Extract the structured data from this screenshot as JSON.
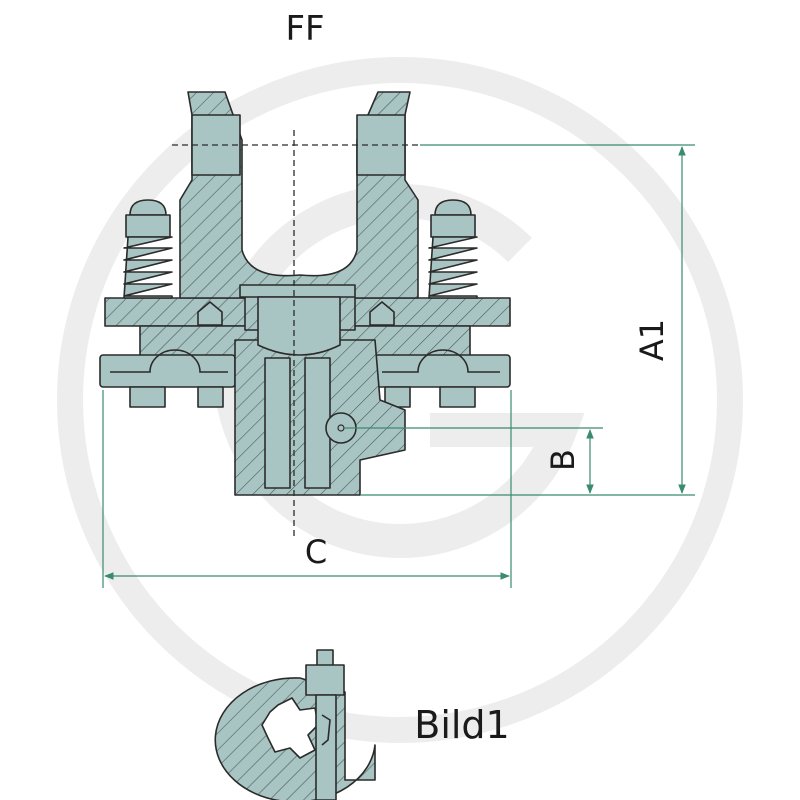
{
  "labels": {
    "title": "FF",
    "dim_a1": "A1",
    "dim_b": "B",
    "dim_c": "C",
    "figure_caption": "Bild1"
  },
  "colors": {
    "part_fill": "#a9c5c3",
    "part_stroke": "#2b2b2b",
    "hatch": "#4a5d5c",
    "dimension_line": "#3a8a72",
    "watermark": "#ededed",
    "label": "#1a1a1a"
  }
}
